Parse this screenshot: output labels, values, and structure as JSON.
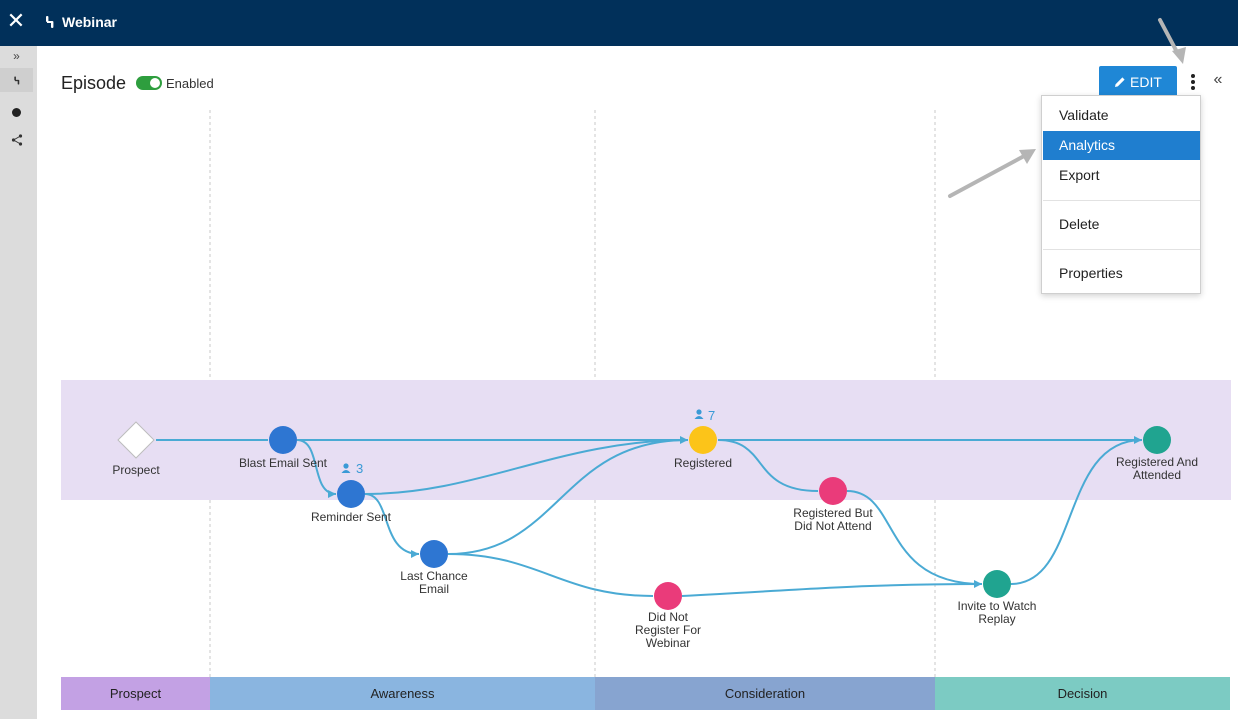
{
  "topbar": {
    "title": "Webinar",
    "close_icon": "close-icon",
    "app_icon": "episode-icon"
  },
  "rail": {
    "items": [
      "expand-icon",
      "episode-icon",
      "dot-icon",
      "share-icon"
    ]
  },
  "header": {
    "title": "Episode",
    "toggle_label": "Enabled",
    "edit_label": "EDIT"
  },
  "menu": {
    "items": [
      {
        "label": "Validate",
        "selected": false
      },
      {
        "label": "Analytics",
        "selected": true
      },
      {
        "label": "Export",
        "selected": false
      },
      {
        "label": "Delete",
        "selected": false
      },
      {
        "label": "Properties",
        "selected": false
      }
    ]
  },
  "flow": {
    "nodes": [
      {
        "id": "prospect",
        "label": "Prospect",
        "shape": "diamond",
        "color": "#ffffff"
      },
      {
        "id": "blast",
        "label": "Blast Email Sent",
        "shape": "circle",
        "color": "#2e76d2"
      },
      {
        "id": "reminder",
        "label": "Reminder Sent",
        "shape": "circle",
        "color": "#2e76d2",
        "count": "3"
      },
      {
        "id": "lastchance",
        "label": "Last Chance Email",
        "shape": "circle",
        "color": "#2e76d2"
      },
      {
        "id": "registered",
        "label": "Registered",
        "shape": "circle",
        "color": "#fcc419",
        "count": "7"
      },
      {
        "id": "notattend",
        "label": "Registered But Did Not Attend",
        "shape": "circle",
        "color": "#ea3b7a"
      },
      {
        "id": "notregister",
        "label": "Did Not Register For Webinar",
        "shape": "circle",
        "color": "#ea3b7a"
      },
      {
        "id": "replay",
        "label": "Invite to Watch Replay",
        "shape": "circle",
        "color": "#20a490"
      },
      {
        "id": "attended",
        "label": "Registered And Attended",
        "shape": "circle",
        "color": "#20a490"
      }
    ],
    "edge_color": "#4aaad4",
    "band_color": "#e7def3"
  },
  "stages": [
    {
      "label": "Prospect",
      "color": "#c3a1e4"
    },
    {
      "label": "Awareness",
      "color": "#8ab5e0"
    },
    {
      "label": "Consideration",
      "color": "#87a4d0"
    },
    {
      "label": "Decision",
      "color": "#7ccbc3"
    }
  ]
}
